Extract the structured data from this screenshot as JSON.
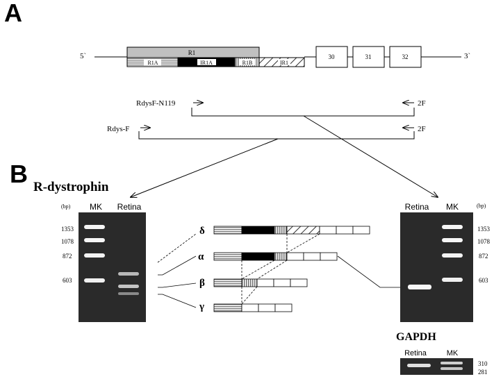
{
  "panels": {
    "a": "A",
    "b": "B"
  },
  "gene_map": {
    "five_prime": "5`",
    "three_prime": "3`",
    "r1_label": "R1",
    "segments": {
      "r1a": "R1A",
      "ir1a": "IR1A",
      "r1b": "R1B",
      "ir1": "IR1"
    },
    "exons": [
      "30",
      "31",
      "32"
    ]
  },
  "primers": {
    "top_forward": "RdysF-N119",
    "top_reverse": "2F",
    "bottom_forward": "Rdys-F",
    "bottom_reverse": "2F"
  },
  "left_gel": {
    "title": "R-dystrophin",
    "bp_unit": "(bp)",
    "lane_marker": "MK",
    "lane_sample": "Retina",
    "sizes": [
      "1353",
      "1078",
      "872",
      "603"
    ]
  },
  "isoforms": [
    "δ",
    "α",
    "β",
    "γ"
  ],
  "right_gel": {
    "lane_sample": "Retina",
    "lane_marker": "MK",
    "bp_unit": "(bp)",
    "sizes": [
      "1353",
      "1078",
      "872",
      "603"
    ]
  },
  "gapdh": {
    "title": "GAPDH",
    "lane_sample": "Retina",
    "lane_marker": "MK",
    "sizes": [
      "310",
      "281"
    ]
  },
  "colors": {
    "gel": "#2a2a2a",
    "band": "#f4f4f4",
    "r1_box": "#c0c0c0",
    "ir1a": "#000000"
  }
}
